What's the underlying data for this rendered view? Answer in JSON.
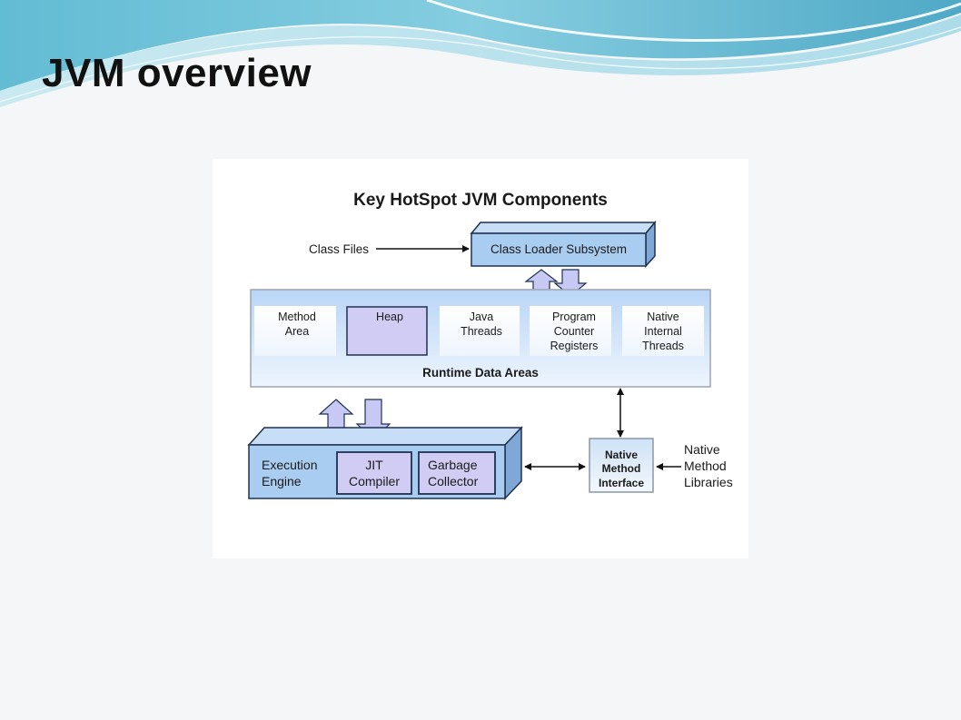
{
  "slide": {
    "title": "JVM overview"
  },
  "diagram": {
    "title": "Key HotSpot JVM Components",
    "class_files_label": "Class Files",
    "class_loader": "Class Loader Subsystem",
    "runtime": {
      "label": "Runtime Data Areas",
      "areas": [
        {
          "lines": [
            "Method",
            "Area"
          ]
        },
        {
          "lines": [
            "Heap"
          ]
        },
        {
          "lines": [
            "Java",
            "Threads"
          ]
        },
        {
          "lines": [
            "Program",
            "Counter",
            "Registers"
          ]
        },
        {
          "lines": [
            "Native",
            "Internal",
            "Threads"
          ]
        }
      ]
    },
    "execution_engine": {
      "lines": [
        "Execution",
        "Engine"
      ],
      "jit": [
        "JIT",
        "Compiler"
      ],
      "gc": [
        "Garbage",
        "Collector"
      ]
    },
    "native_interface": [
      "Native",
      "Method",
      "Interface"
    ],
    "native_libraries": [
      "Native",
      "Method",
      "Libraries"
    ]
  },
  "colors": {
    "box_blue": "#a9cdf0",
    "box_border": "#1f3150",
    "heap_purple": "#d0ccf4",
    "runtime_band": "#cfe2fa",
    "text": "#1a1a1a"
  }
}
